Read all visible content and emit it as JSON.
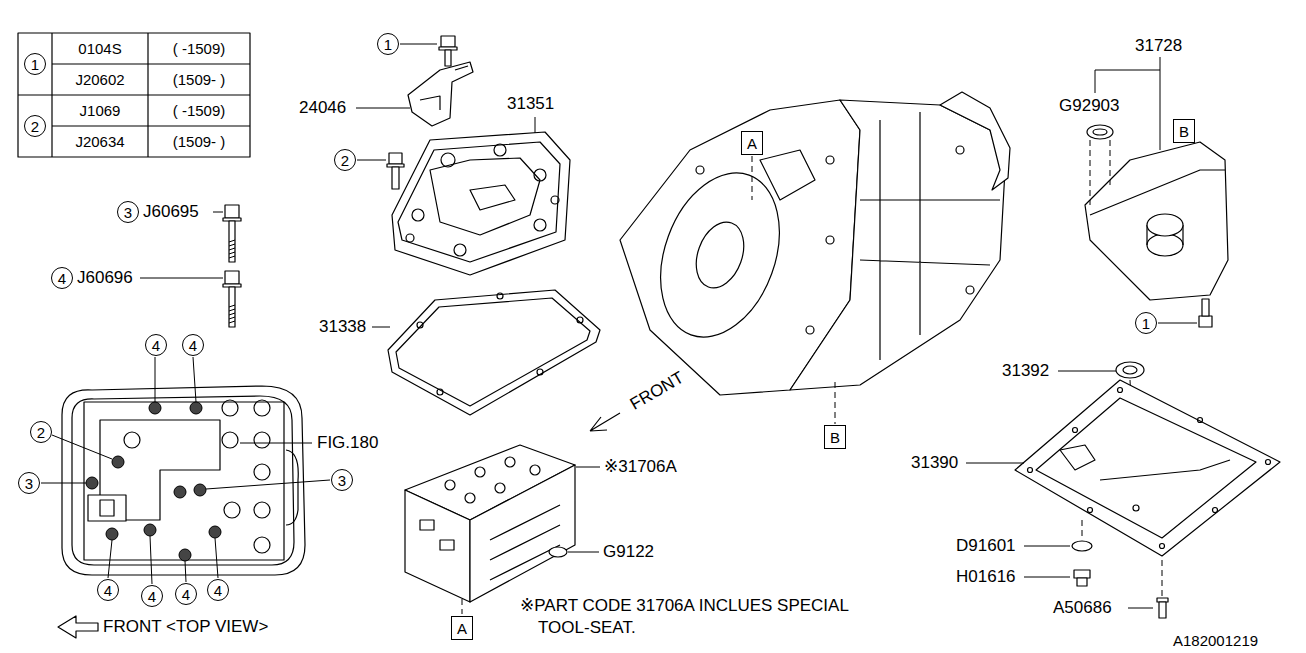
{
  "diagram": {
    "nodes": [
      {
        "text": [
          "1"
        ]
      },
      {
        "text": [
          "2"
        ]
      },
      {
        "text": [
          "1"
        ]
      },
      {
        "text": [
          "A"
        ]
      },
      {
        "text": [
          "B"
        ]
      },
      {
        "text": [
          "2"
        ]
      },
      {
        "text": [
          "3"
        ]
      },
      {
        "text": [
          "4"
        ]
      },
      {
        "text": [
          "1"
        ]
      },
      {
        "text": [
          "4"
        ]
      },
      {
        "text": [
          "4"
        ]
      },
      {
        "text": [
          "2"
        ]
      },
      {
        "text": [
          "B"
        ]
      },
      {
        "text": [
          "3"
        ]
      },
      {
        "text": [
          "3"
        ]
      },
      {
        "text": [
          "4"
        ]
      },
      {
        "text": [
          "4"
        ]
      },
      {
        "text": [
          "4"
        ]
      },
      {
        "text": [
          "4"
        ]
      },
      {
        "text": [
          "A"
        ]
      }
    ],
    "labels": [
      "0104S",
      "( -1509)",
      "J20602",
      "(1509- )",
      "J1069",
      "( -1509)",
      "J20634",
      "(1509- )",
      "24046",
      "31351",
      "31728",
      "G92903",
      "J60695",
      "J60696",
      "31338",
      "31392",
      "FRONT",
      "FIG.180",
      "31390",
      "※31706A",
      "D91601",
      "G9122",
      "H01616",
      "A50686",
      "※PART CODE 31706A INCLUES SPECIAL TOOL-SEAT.",
      "FRONT <TOP VIEW>",
      "A182001219"
    ]
  }
}
